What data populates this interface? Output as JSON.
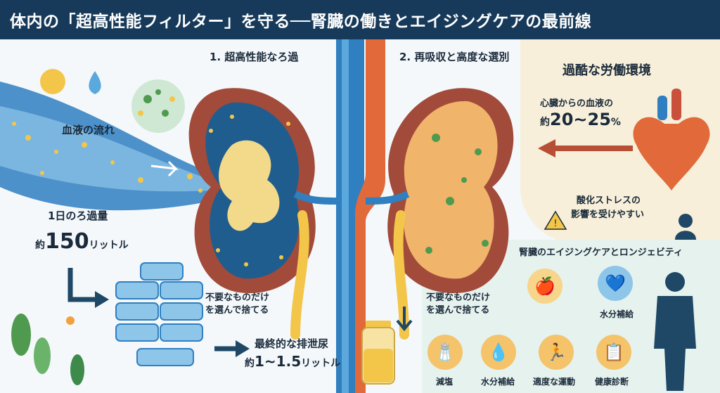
{
  "header": {
    "title": "体内の「超高性能フィルター」を守る──腎臓の働きとエイジングケアの最前線"
  },
  "labels": {
    "blood_flow": "血液の流れ",
    "filtration": "1. 超高性能なろ過",
    "reabsorption": "2. 再吸収と高度な選別",
    "daily_filter": "1日のろ過量",
    "daily_prefix": "約",
    "daily_value": "150",
    "daily_unit": "リットル",
    "discard_left_1": "不要なものだけ",
    "discard_left_2": "を選んで捨てる",
    "discard_right_1": "不要なものだけ",
    "discard_right_2": "を選んで捨てる",
    "final_urine": "最終的な排泄尿",
    "final_prefix": "約",
    "final_value": "1~1.5",
    "final_unit": "リットル"
  },
  "work": {
    "title": "過酷な労働環境",
    "heart_text": "心臓からの血液の",
    "heart_prefix": "約",
    "heart_value": "20~25",
    "heart_unit": "%",
    "stress_1": "酸化ストレスの",
    "stress_2": "影響を受けやすい"
  },
  "care": {
    "title": "腎臓のエイジングケアとロンジェビティ",
    "items": [
      {
        "label": "水分補給",
        "icon": "heart-drop-icon"
      },
      {
        "label": "減塩",
        "icon": "salt-shaker-icon"
      },
      {
        "label": "水分補給",
        "icon": "water-bottle-icon"
      },
      {
        "label": "適度な運動",
        "icon": "runner-icon"
      },
      {
        "label": "健康診断",
        "icon": "clipboard-icon"
      }
    ]
  },
  "colors": {
    "header_bg": "#173a5a",
    "blood_blue": "#2f7fc1",
    "artery_red": "#e2693a",
    "kidney_brown": "#a24b3a",
    "urine_yellow": "#f3c64a",
    "accent_navy": "#1f4766"
  }
}
